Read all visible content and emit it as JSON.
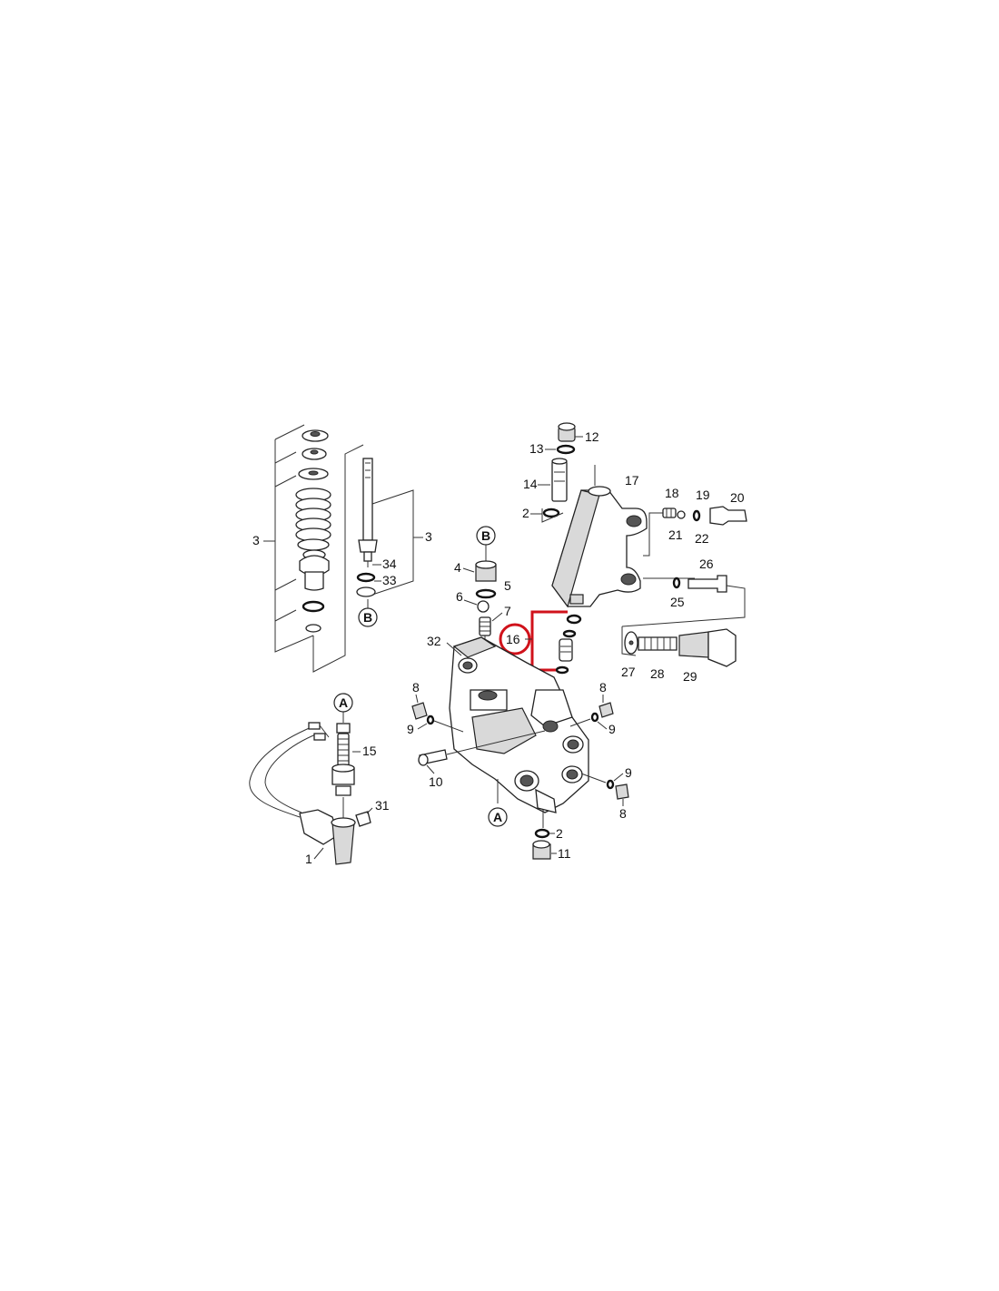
{
  "diagram": {
    "highlight_color": "#d0121b",
    "line_color": "#222222",
    "part_labels": [
      "1",
      "2",
      "2",
      "3",
      "3",
      "4",
      "5",
      "6",
      "7",
      "8",
      "8",
      "8",
      "9",
      "9",
      "9",
      "10",
      "11",
      "12",
      "13",
      "14",
      "15",
      "16",
      "17",
      "18",
      "19",
      "20",
      "21",
      "22",
      "25",
      "26",
      "27",
      "28",
      "29",
      "31",
      "32",
      "33",
      "34"
    ],
    "callouts": [
      "A",
      "A",
      "B",
      "B"
    ],
    "highlighted_part": "16"
  }
}
